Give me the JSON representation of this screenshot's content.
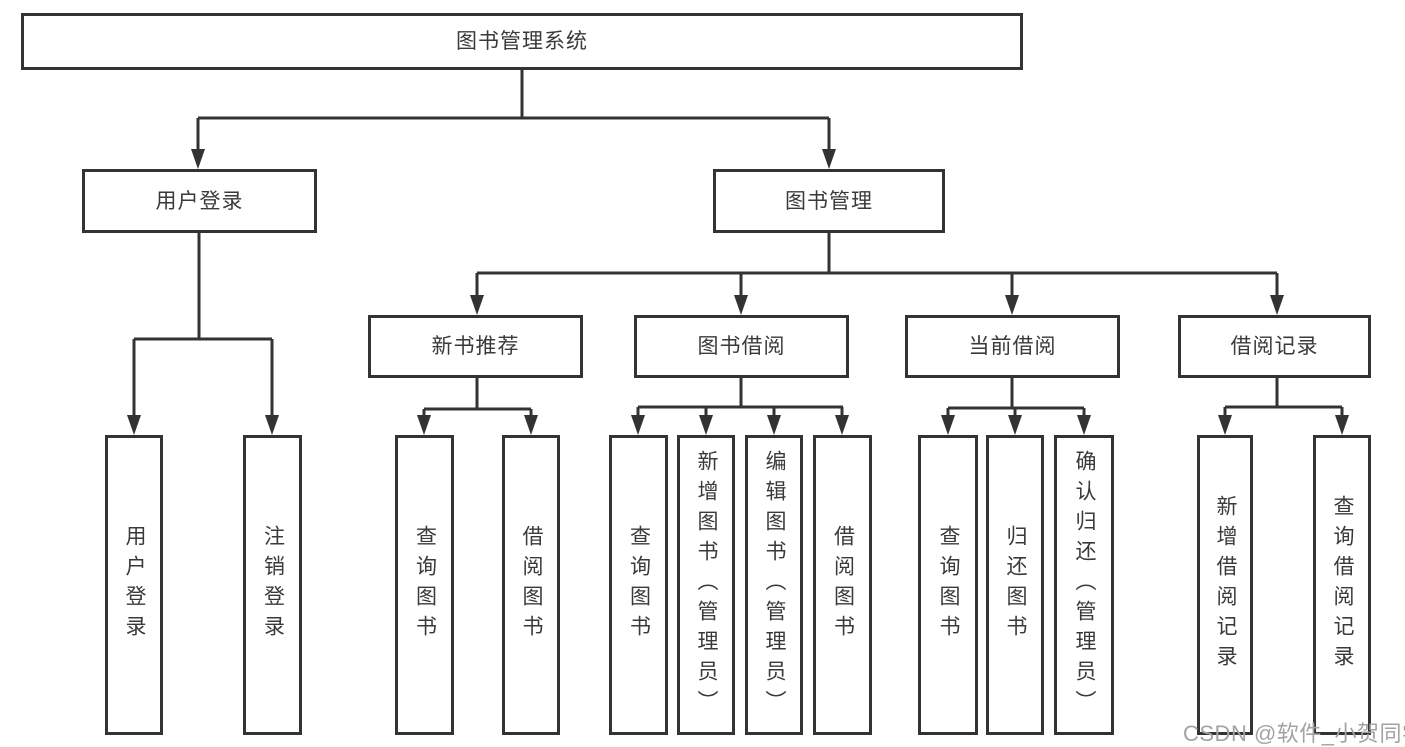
{
  "diagram": {
    "root": {
      "label": "图书管理系统"
    },
    "level2": [
      {
        "id": "user-login",
        "label": "用户登录"
      },
      {
        "id": "book-management",
        "label": "图书管理"
      }
    ],
    "level3": [
      {
        "id": "new-book-recommend",
        "label": "新书推荐"
      },
      {
        "id": "book-borrow",
        "label": "图书借阅"
      },
      {
        "id": "current-borrow",
        "label": "当前借阅"
      },
      {
        "id": "borrow-record",
        "label": "借阅记录"
      }
    ],
    "leaves": [
      {
        "id": "user-login-leaf",
        "parent": "user-login",
        "label": "用户登录"
      },
      {
        "id": "logout-leaf",
        "parent": "user-login",
        "label": "注销登录"
      },
      {
        "id": "query-book-recommend",
        "parent": "new-book-recommend",
        "label": "查询图书"
      },
      {
        "id": "borrow-book-recommend",
        "parent": "new-book-recommend",
        "label": "借阅图书"
      },
      {
        "id": "query-book-borrow",
        "parent": "book-borrow",
        "label": "查询图书"
      },
      {
        "id": "add-book-admin",
        "parent": "book-borrow",
        "label": "新增图书（管理员）"
      },
      {
        "id": "edit-book-admin",
        "parent": "book-borrow",
        "label": "编辑图书（管理员）"
      },
      {
        "id": "borrow-book",
        "parent": "book-borrow",
        "label": "借阅图书"
      },
      {
        "id": "query-book-current",
        "parent": "current-borrow",
        "label": "查询图书"
      },
      {
        "id": "return-book",
        "parent": "current-borrow",
        "label": "归还图书"
      },
      {
        "id": "confirm-return-admin",
        "parent": "current-borrow",
        "label": "确认归还（管理员）"
      },
      {
        "id": "add-borrow-record",
        "parent": "borrow-record",
        "label": "新增借阅记录"
      },
      {
        "id": "query-borrow-record",
        "parent": "borrow-record",
        "label": "查询借阅记录"
      }
    ]
  },
  "watermark": {
    "text": "CSDN @软件_小贺同学"
  },
  "colors": {
    "line": "#333333",
    "border": "#333333",
    "text": "#3a3a3a",
    "watermark": "#a3a3a3",
    "background": "#ffffff"
  }
}
